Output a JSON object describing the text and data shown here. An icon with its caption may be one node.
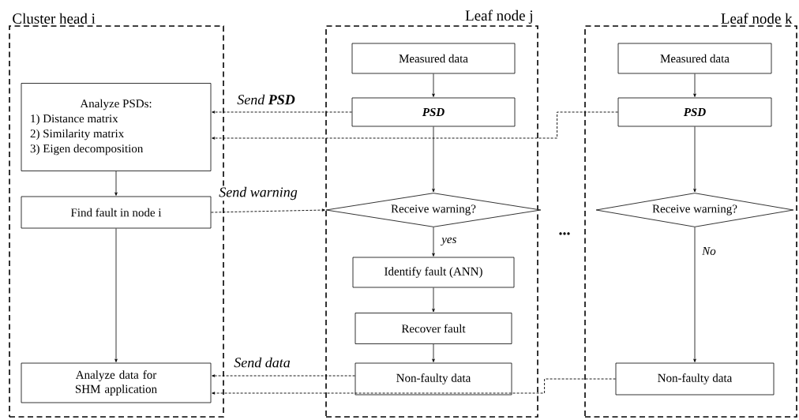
{
  "diagram": {
    "nodes": [
      {
        "text": [
          "Cluster head i"
        ]
      },
      {
        "text": [
          "Analyze PSDs:",
          "1)  Distance matrix",
          "2)  Similarity matrix",
          "3)  Eigen decomposition"
        ],
        "in": 0
      },
      {
        "text": [
          "Find fault in node i"
        ],
        "in": 0
      },
      {
        "text": [
          "Analyze data for SHM application"
        ],
        "in": 0
      },
      {
        "text": [
          "Leaf node j"
        ]
      },
      {
        "text": [
          "Measured data"
        ],
        "in": 4
      },
      {
        "text": [
          "PSD"
        ],
        "in": 4
      },
      {
        "text": [
          "Receive warning?"
        ],
        "in": 4
      },
      {
        "text": [
          "Identify fault (ANN)"
        ],
        "in": 4
      },
      {
        "text": [
          "Recover fault"
        ],
        "in": 4
      },
      {
        "text": [
          "Non-faulty data"
        ],
        "in": 4
      },
      {
        "text": [
          "Leaf node k"
        ]
      },
      {
        "text": [
          "Measured data"
        ],
        "in": 11
      },
      {
        "text": [
          "PSD"
        ],
        "in": 11
      },
      {
        "text": [
          "Receive warning?"
        ],
        "in": 11
      },
      {
        "text": [
          "Non-faulty data"
        ],
        "in": 11
      }
    ],
    "edges": [
      {
        "from": 1,
        "to": 2,
        "arrow": "to"
      },
      {
        "from": 2,
        "to": 3,
        "arrow": "to"
      },
      {
        "from": 5,
        "to": 6,
        "arrow": "to"
      },
      {
        "from": 6,
        "to": 7,
        "arrow": "to"
      },
      {
        "from": 7,
        "to": 8,
        "arrow": "to",
        "label": "yes"
      },
      {
        "from": 8,
        "to": 9,
        "arrow": "to"
      },
      {
        "from": 9,
        "to": 10,
        "arrow": "to"
      },
      {
        "from": 12,
        "to": 13,
        "arrow": "to"
      },
      {
        "from": 13,
        "to": 14,
        "arrow": "to"
      },
      {
        "from": 14,
        "to": 15,
        "arrow": "to",
        "label": "No"
      },
      {
        "from": 6,
        "to": 1,
        "arrow": "to",
        "style": "dashed",
        "label": "Send **PSD**"
      },
      {
        "from": 13,
        "to": 1,
        "arrow": "to",
        "style": "dashed"
      },
      {
        "from": 2,
        "to": 7,
        "arrow": "to",
        "style": "dashed",
        "label": "Send warning"
      },
      {
        "from": 10,
        "to": 3,
        "arrow": "to",
        "style": "dashed",
        "label": "Send data"
      },
      {
        "from": 15,
        "to": 3,
        "arrow": "to",
        "style": "dashed"
      }
    ],
    "labels": [
      "..."
    ]
  }
}
